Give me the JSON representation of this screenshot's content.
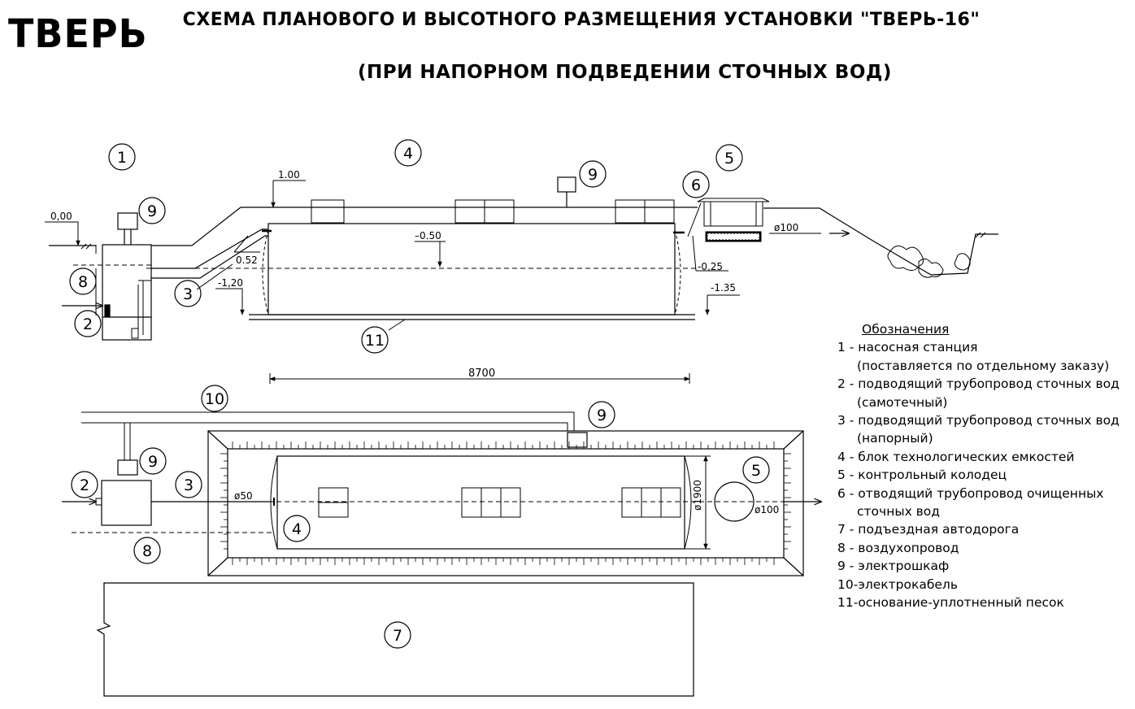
{
  "header": {
    "logo_text": "ТВЕРЬ",
    "title_line1": "СХЕМА ПЛАНОВОГО И ВЫСОТНОГО РАЗМЕЩЕНИЯ УСТАНОВКИ  \"ТВЕРЬ-16\"",
    "title_line2": "(ПРИ НАПОРНОМ  ПОДВЕДЕНИИ СТОЧНЫХ ВОД)"
  },
  "section": {
    "markers": {
      "pump_station": "1",
      "inlet_pipe": "2",
      "pressure_pipe": "3",
      "tank_block": "4",
      "control_well": "5",
      "outlet_pipe": "6",
      "air_duct": "8",
      "cabinet_left": "9",
      "cabinet_mid": "9",
      "base": "11"
    },
    "elevations": {
      "ground_zero": "0,00",
      "ground_top": "1.00",
      "pipe_in": "0.52",
      "pump_bottom": "-1,20",
      "water_level": "–0.50",
      "outlet_level": "-0,25",
      "tank_bottom": "-1.35"
    },
    "outlet_diameter": "ø100",
    "length_dim": "8700"
  },
  "plan": {
    "markers": {
      "inlet_pipe": "2",
      "pressure_pipe": "3",
      "tank_block": "4",
      "control_well": "5",
      "road": "7",
      "air_duct": "8",
      "cabinet_left": "9",
      "cabinet_right": "9",
      "cable": "10"
    },
    "inlet_diameter": "ø50",
    "tank_diameter": "ø1900",
    "outlet_diameter": "ø100"
  },
  "legend": {
    "title": "Обозначения",
    "items": [
      "1 - насосная станция",
      "(поставляется по отдельному заказу)",
      "2 - подводящий трубопровод сточных вод",
      "(самотечный)",
      "3 - подводящий трубопровод сточных вод",
      "(напорный)",
      "4 - блок технологических емкостей",
      "5 - контрольный колодец",
      "6 - отводящий трубопровод очищенных",
      "сточных вод",
      "7 - подъездная автодорога",
      "8 - воздухопровод",
      "9 - электрошкаф",
      "10-электрокабель",
      "11-основание-уплотненный песок"
    ]
  }
}
